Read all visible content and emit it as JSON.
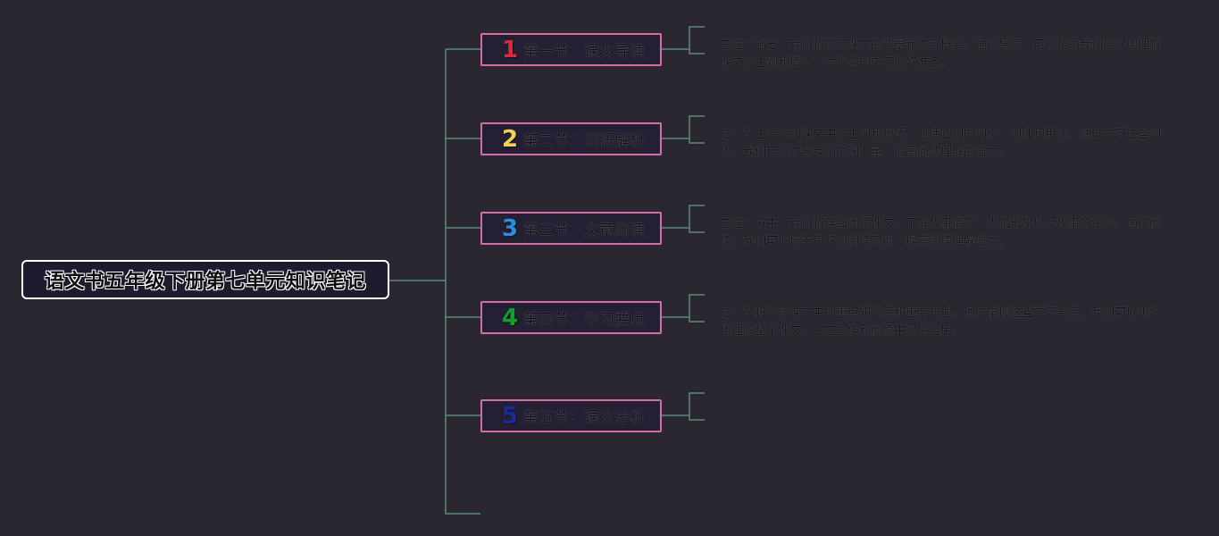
{
  "root": {
    "title": "语文书五年级下册第七单元知识笔记"
  },
  "sections": [
    {
      "num": "1",
      "num_color": "#e0283c",
      "label": "第一节：课文导读",
      "desc": "在这一部分，我们将学习课文的背景和内容概要。通过导读，可以帮助我们更好地理解课文的主题和情节，为后面的学习做好准备。"
    },
    {
      "num": "2",
      "num_color": "#f2d25a",
      "label": "第二节：词语解析",
      "desc": "这一节主要介绍课文中的生词和短语，包括它们的词义、词性和用法。通过学习这些词语，我们可以扩展我们的词汇量，提高阅读理解的能力。"
    },
    {
      "num": "3",
      "num_color": "#2a8fe0",
      "label": "第三节：文章阅读",
      "desc": "在这一节中，我们将详细阅读课文，了解故事情节、人物形象以及故事的结构。通过阅读，我们可以培养良好的阅读习惯，提高阅读理解能力。"
    },
    {
      "num": "4",
      "num_color": "#12a02c",
      "label": "第四节：学习要点",
      "desc": "这一节将介绍课文中的重点知识点和重要句型。通过掌握这些学习要点，我们可以更好地理解整个课文，并在写作和阅读中灵活运用。"
    },
    {
      "num": "5",
      "num_color": "#1b2c9a",
      "label": "第五节：课文分析",
      "desc": ""
    }
  ],
  "colors": {
    "connector": "#5a8a7e",
    "section_border": "#d26ea5",
    "background": "#2b2730"
  }
}
